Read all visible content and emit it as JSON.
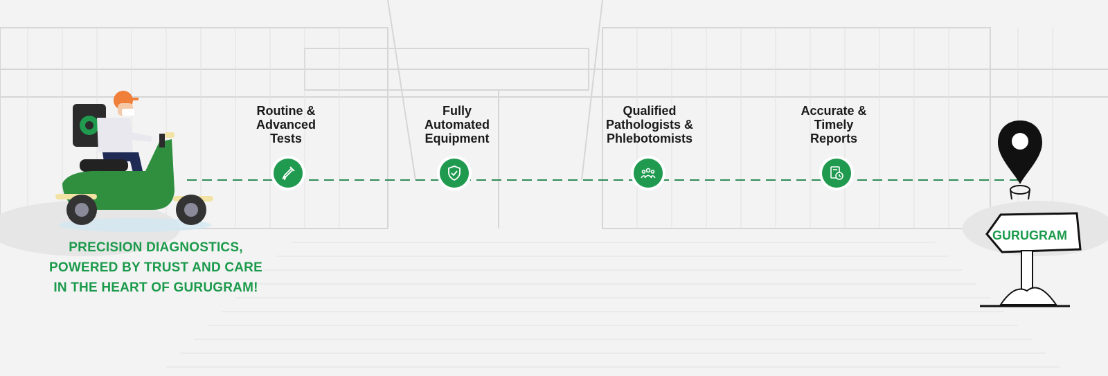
{
  "features": [
    {
      "title": "Routine &\nAdvanced\nTests",
      "icon": "test-tube-icon"
    },
    {
      "title": "Fully\nAutomated\nEquipment",
      "icon": "shield-check-icon"
    },
    {
      "title": "Qualified\nPathologists &\nPhlebotomists",
      "icon": "people-group-icon"
    },
    {
      "title": "Accurate &\nTimely\nReports",
      "icon": "report-clock-icon"
    }
  ],
  "tagline": {
    "line1": "PRECISION DIAGNOSTICS,",
    "line2": "POWERED BY TRUST AND CARE",
    "line3": "IN THE HEART OF GURUGRAM!"
  },
  "destination": {
    "sign_label": "GURUGRAM",
    "icon": "map-pin-icon"
  },
  "illustration": {
    "rider": "delivery-scooter-illustration",
    "building": "building-sketch-background"
  },
  "colors": {
    "accent": "#1f9a4f",
    "text": "#1a1a1a",
    "background": "#f4f4f4",
    "dash": "#2e8b57"
  }
}
